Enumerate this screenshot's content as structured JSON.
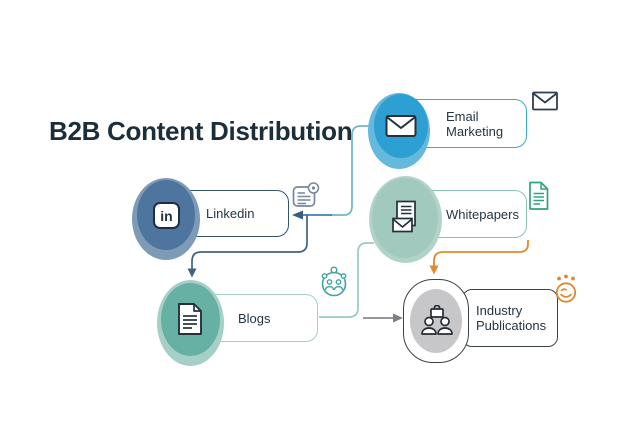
{
  "title": "B2B Content Distribution",
  "nodes": {
    "email_marketing": {
      "line1": "Email",
      "line2": "Marketing"
    },
    "whitepapers": {
      "line1": "Whitepapers"
    },
    "linkedin": {
      "line1": "Linkedin",
      "logo": "in"
    },
    "blogs": {
      "line1": "Blogs"
    },
    "industry_publications": {
      "line1": "Industry",
      "line2": "Publications"
    }
  },
  "icons": {
    "email_node": "envelope-icon",
    "email_badge": "envelope-outline-icon",
    "whitepapers_node": "documents-envelope-icon",
    "whitepapers_badge": "document-icon",
    "linkedin_node": "linkedin-logo",
    "linkedin_badge": "article-gear-icon",
    "blogs_node": "document-icon",
    "blogs_badge": "community-icon",
    "industry_node": "people-podium-icon",
    "industry_badge": "smiley-celebration-icon"
  },
  "colors": {
    "title": "#1c2e3a",
    "email_ellipse": "#2d9fd3",
    "email_ellipse_back": "#64b9dc",
    "email_box_border": "#3aa8c9",
    "linkedin_ellipse": "#4e759d",
    "linkedin_ellipse_back": "#7d9ab6",
    "linkedin_box_border": "#35536f",
    "whitepapers_ellipse": "#a2c9be",
    "whitepapers_box_border": "#8cc2b6",
    "blogs_ellipse": "#67b0a4",
    "blogs_box_border": "#a2cec5",
    "industry_border": "#3a434b",
    "industry_ellipse": "#c7c7c9",
    "edge_blue": "#4c7ca4",
    "edge_teal": "#6fb7c0",
    "edge_light_teal": "#97cbc0",
    "edge_gray": "#7c8084",
    "edge_orange": "#e1892e",
    "badge_green": "#2ea47c",
    "badge_gray_blue": "#76879e",
    "badge_teal": "#41a4a2",
    "badge_orange": "#e0882c"
  },
  "connections": [
    {
      "from": "Email Marketing",
      "to": "Linkedin",
      "color": "blue"
    },
    {
      "from": "Email Marketing",
      "to": "Blogs",
      "color": "navy"
    },
    {
      "from": "Whitepapers",
      "to": "Blogs",
      "color": "light-teal"
    },
    {
      "from": "Blogs",
      "to": "Industry Publications",
      "color": "gray"
    },
    {
      "from": "Whitepapers",
      "to": "Industry Publications",
      "color": "orange"
    }
  ]
}
